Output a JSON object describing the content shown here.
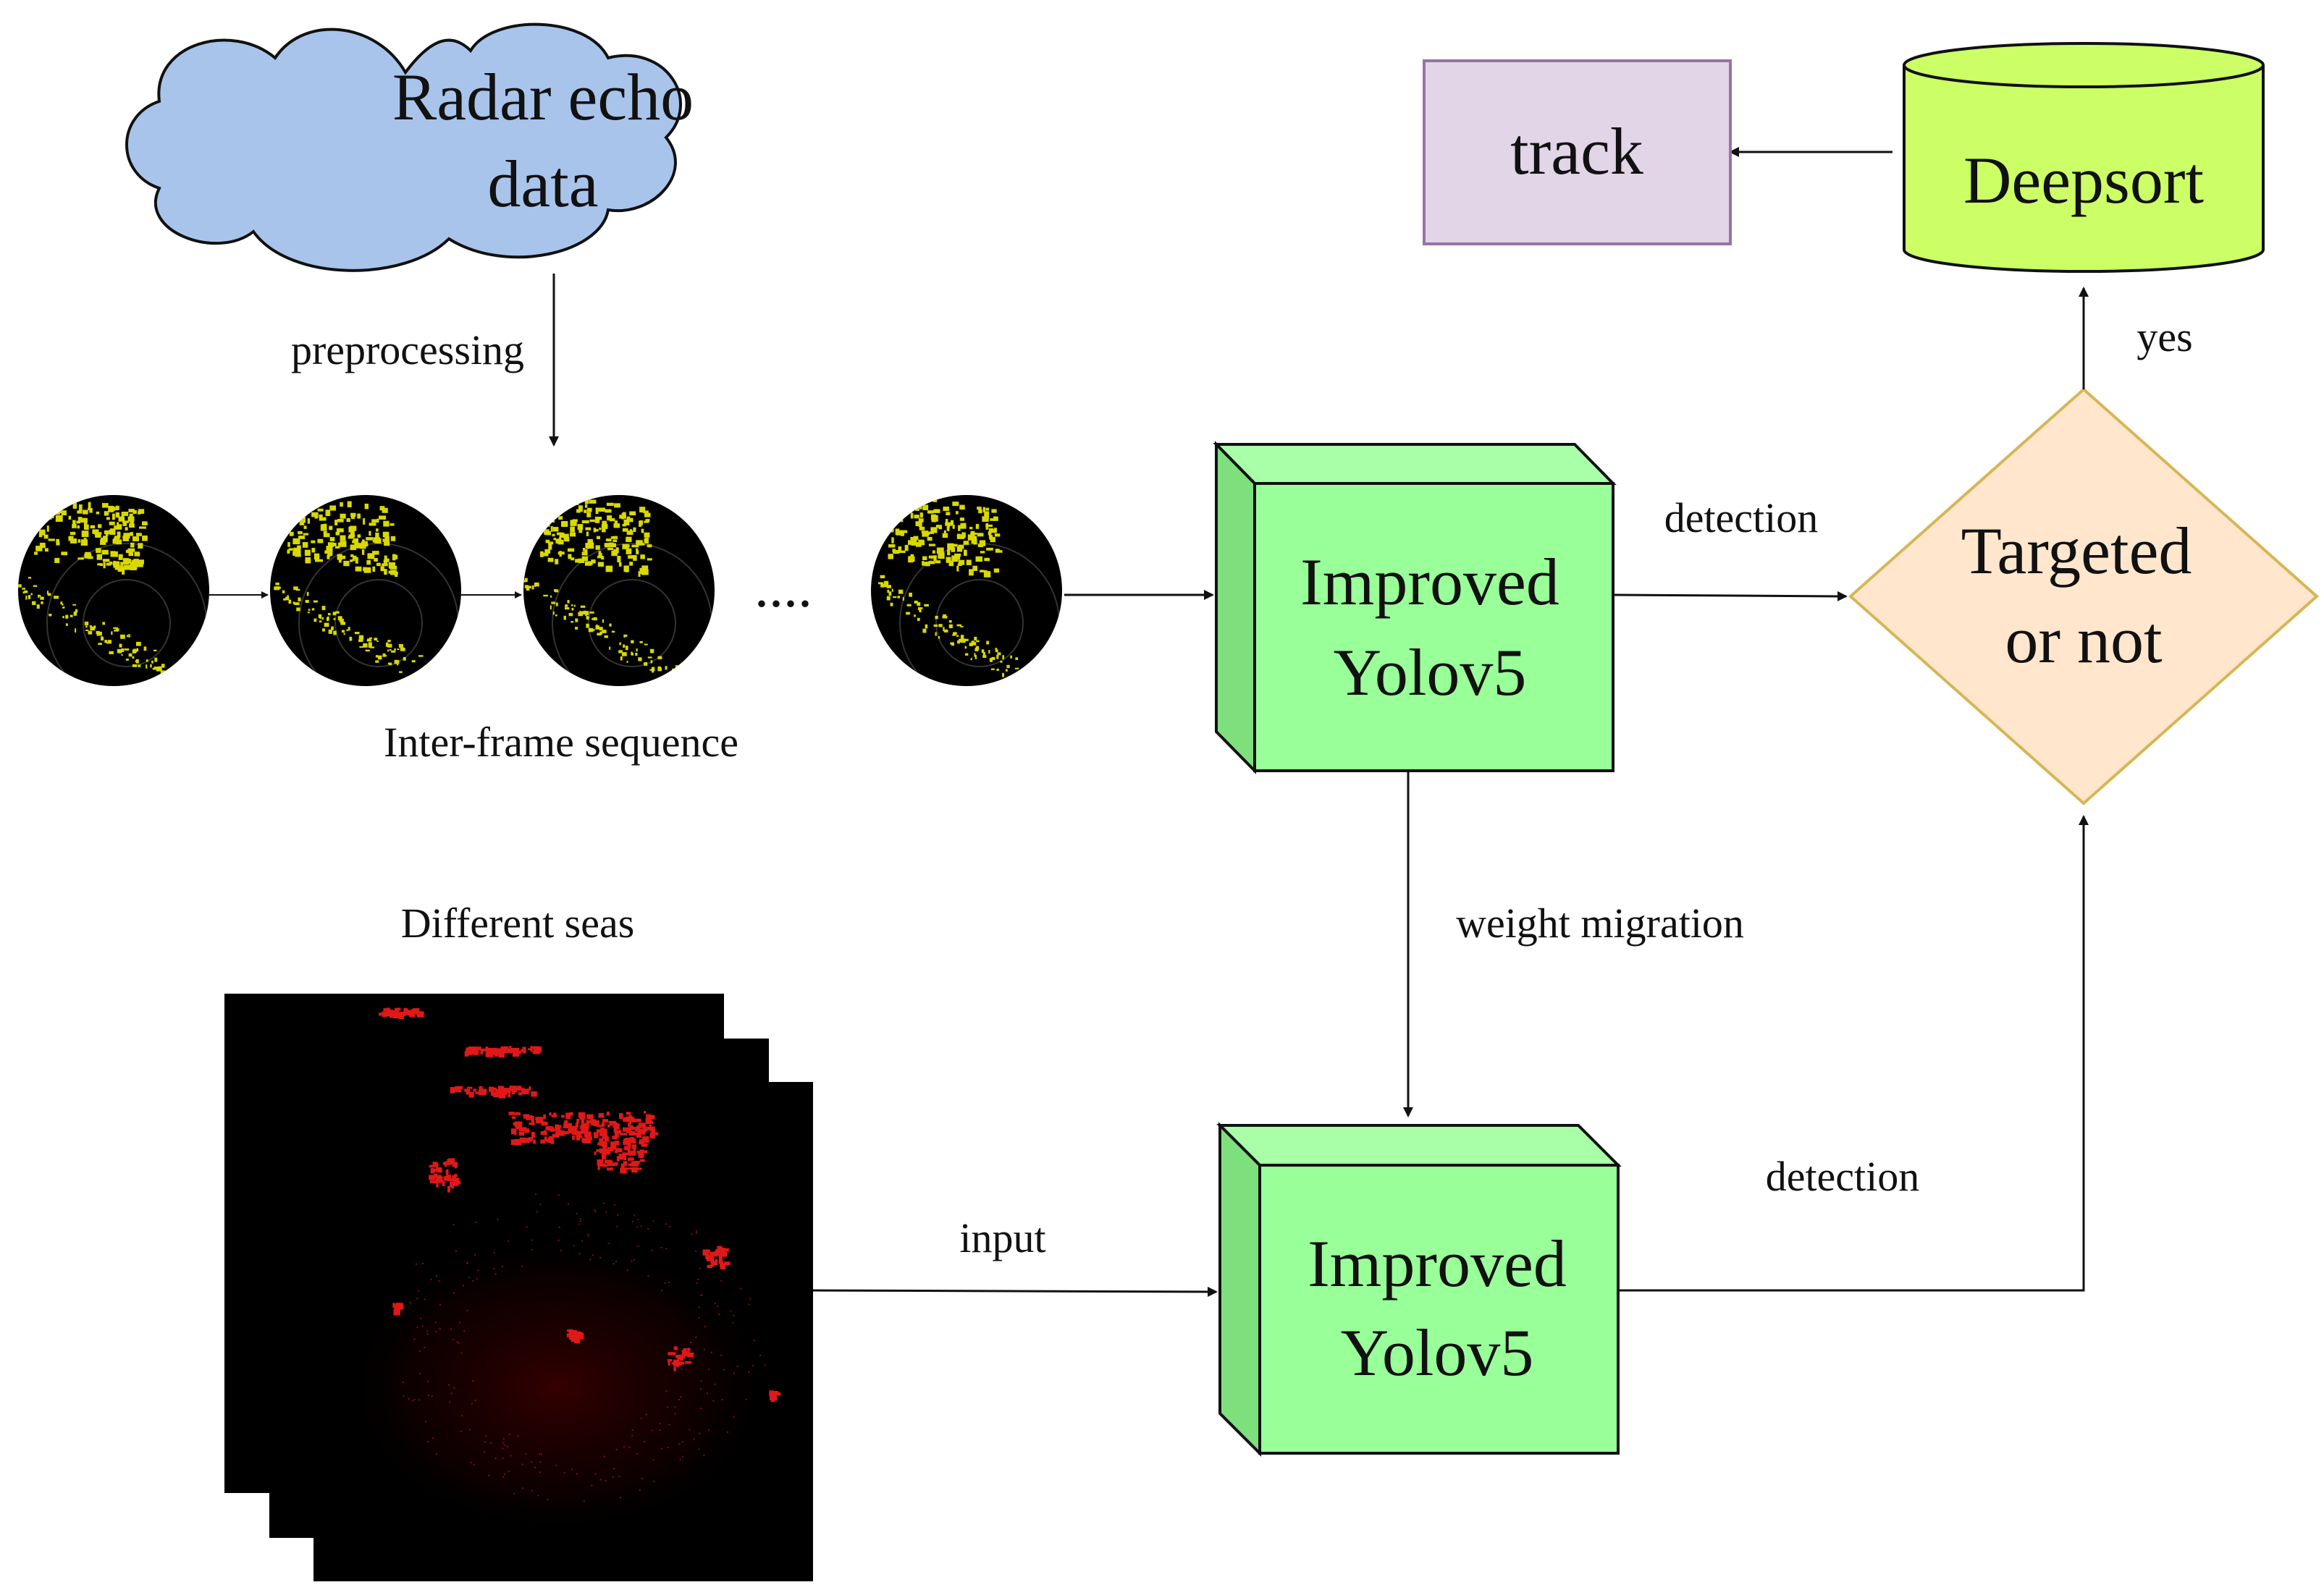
{
  "nodes": {
    "radar_echo": {
      "line1": "Radar echo",
      "line2": "data"
    },
    "track": {
      "label": "track"
    },
    "deepsort": {
      "label": "Deepsort"
    },
    "yolo_top": {
      "line1": "Improved",
      "line2": "Yolov5"
    },
    "yolo_bottom": {
      "line1": "Improved",
      "line2": "Yolov5"
    },
    "decision": {
      "line1": "Targeted",
      "line2": "or not"
    }
  },
  "labels": {
    "preprocessing": "preprocessing",
    "ellipsis": "....",
    "inter_frame": "Inter-frame sequence",
    "different_seas": "Different seas",
    "detection_top": "detection",
    "detection_bottom": "detection",
    "weight_migration": "weight migration",
    "input": "input",
    "yes": "yes"
  },
  "colors": {
    "cloud_fill": "#a9c4eb",
    "track_fill": "#e1d5e7",
    "track_stroke": "#9673a6",
    "deepsort_fill": "#ccff66",
    "cube_front": "#99ff99",
    "cube_side": "#7de07d",
    "cube_top": "#a8ffa8",
    "decision_fill": "#ffe6cc",
    "decision_stroke": "#d6b656",
    "radar_echo_yellow": "#d9d900",
    "sea_echo_red": "#e01818"
  }
}
